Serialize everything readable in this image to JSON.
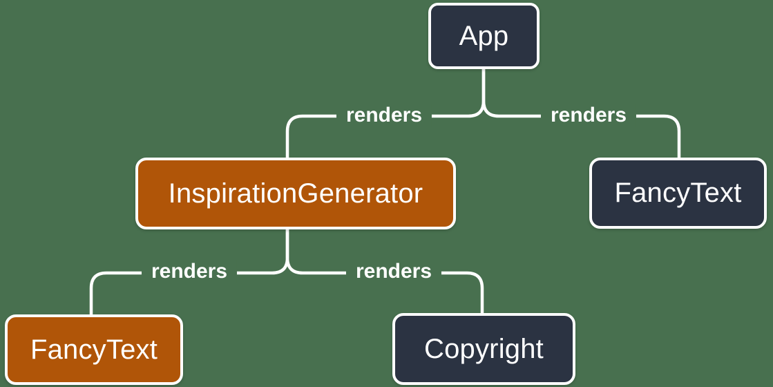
{
  "diagram": {
    "background_color": "#48704F",
    "line_color": "#FFFFFF",
    "text_color": "#FFFFFF",
    "node_colors": {
      "dark": "#2B3342",
      "orange": "#B05508"
    },
    "nodes": [
      {
        "id": "app",
        "label": "App",
        "variant": "dark"
      },
      {
        "id": "inspiration-generator",
        "label": "InspirationGenerator",
        "variant": "orange"
      },
      {
        "id": "fancy-text-top",
        "label": "FancyText",
        "variant": "dark"
      },
      {
        "id": "fancy-text-bottom",
        "label": "FancyText",
        "variant": "orange"
      },
      {
        "id": "copyright",
        "label": "Copyright",
        "variant": "dark"
      }
    ],
    "edges": [
      {
        "from": "App",
        "to": "InspirationGenerator",
        "label": "renders"
      },
      {
        "from": "App",
        "to": "FancyText",
        "label": "renders"
      },
      {
        "from": "InspirationGenerator",
        "to": "FancyText",
        "label": "renders"
      },
      {
        "from": "InspirationGenerator",
        "to": "Copyright",
        "label": "renders"
      }
    ]
  }
}
